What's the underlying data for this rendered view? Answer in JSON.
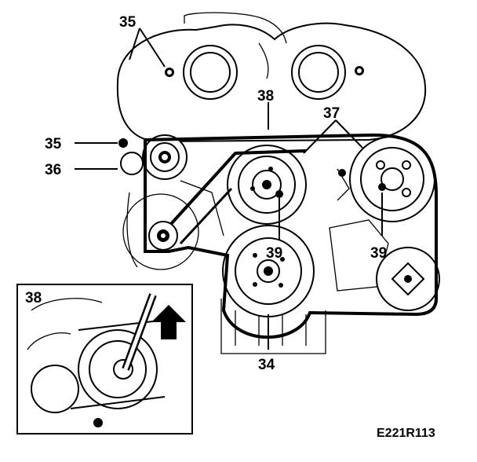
{
  "callouts": {
    "c35_top": "35",
    "c35_left": "35",
    "c36": "36",
    "c38": "38",
    "c37": "37",
    "c39_center": "39",
    "c39_right": "39",
    "c34": "34",
    "c38_inset": "38"
  },
  "figure_code": "E221R113"
}
